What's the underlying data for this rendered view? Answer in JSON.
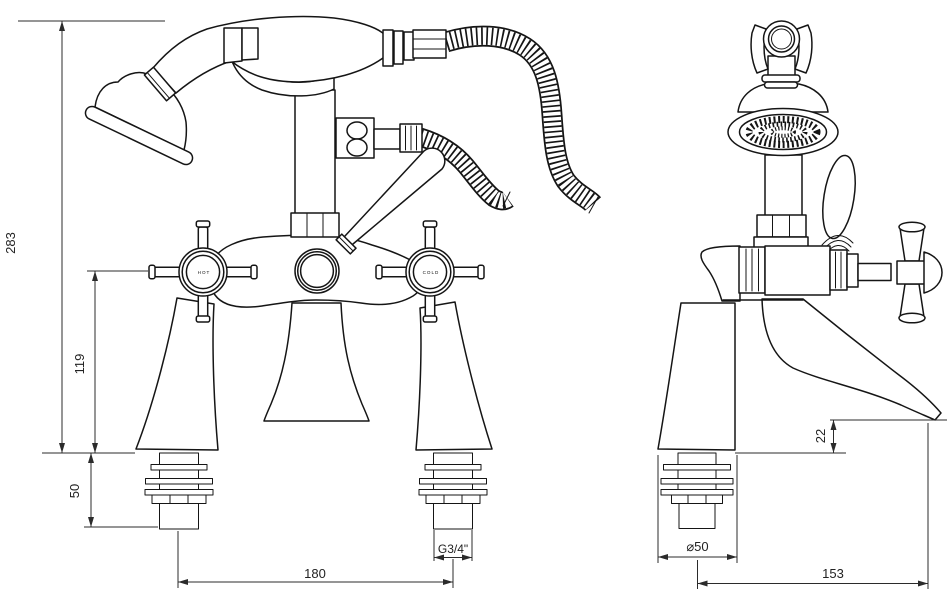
{
  "page": {
    "background": "#ffffff",
    "line_color": "#151515"
  },
  "front_view": {
    "handle_labels": {
      "hot": "HOT",
      "cold": "COLD"
    },
    "dimensions": {
      "overall_height": "283",
      "handles_above_deck": "119",
      "below_deck_depth": "50",
      "inlet_centres": "180",
      "inlet_thread": "G3/4\""
    }
  },
  "side_view": {
    "dimensions": {
      "spout_clearance": "22",
      "base_diameter": "⌀50",
      "spout_reach": "153"
    }
  }
}
